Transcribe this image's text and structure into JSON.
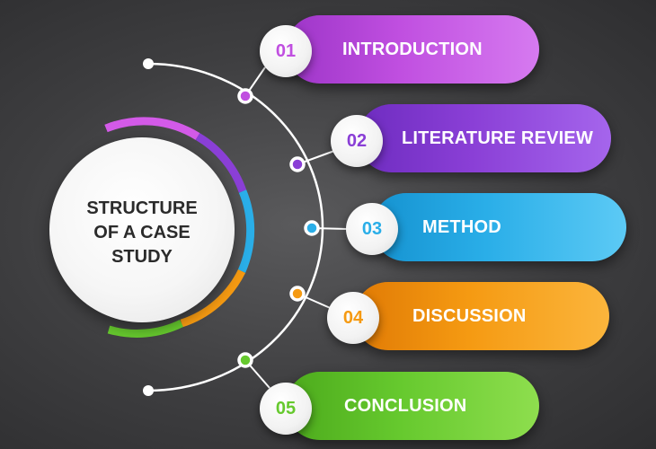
{
  "center": {
    "title": "STRUCTURE\nOF A CASE\nSTUDY"
  },
  "items": [
    {
      "number": "01",
      "label": "INTRODUCTION",
      "color": "#c04fe0",
      "color_light": "#d67af0",
      "color_dark": "#9d35c8"
    },
    {
      "number": "02",
      "label": "LITERATURE REVIEW",
      "color": "#8a3fd6",
      "color_light": "#a565ec",
      "color_dark": "#6e2cc0"
    },
    {
      "number": "03",
      "label": "METHOD",
      "color": "#2aaee8",
      "color_light": "#5ccaf5",
      "color_dark": "#1592d0"
    },
    {
      "number": "04",
      "label": "DISCUSSION",
      "color": "#f59a12",
      "color_light": "#fbb53c",
      "color_dark": "#e07a05"
    },
    {
      "number": "05",
      "label": "CONCLUSION",
      "color": "#66c92e",
      "color_light": "#8ede4e",
      "color_dark": "#4caa1c"
    }
  ]
}
